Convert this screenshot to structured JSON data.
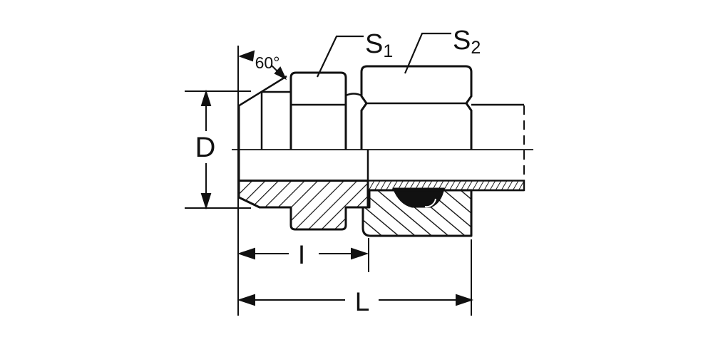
{
  "drawing": {
    "labels": {
      "angle": "60°",
      "s1": {
        "base": "S",
        "sub": "1"
      },
      "s2": {
        "base": "S",
        "sub": "2"
      },
      "dim_d": "D",
      "dim_i": "I",
      "dim_l": "L"
    },
    "colors": {
      "ink": "#111111",
      "background": "#ffffff",
      "seal_fill": "#111111"
    }
  }
}
